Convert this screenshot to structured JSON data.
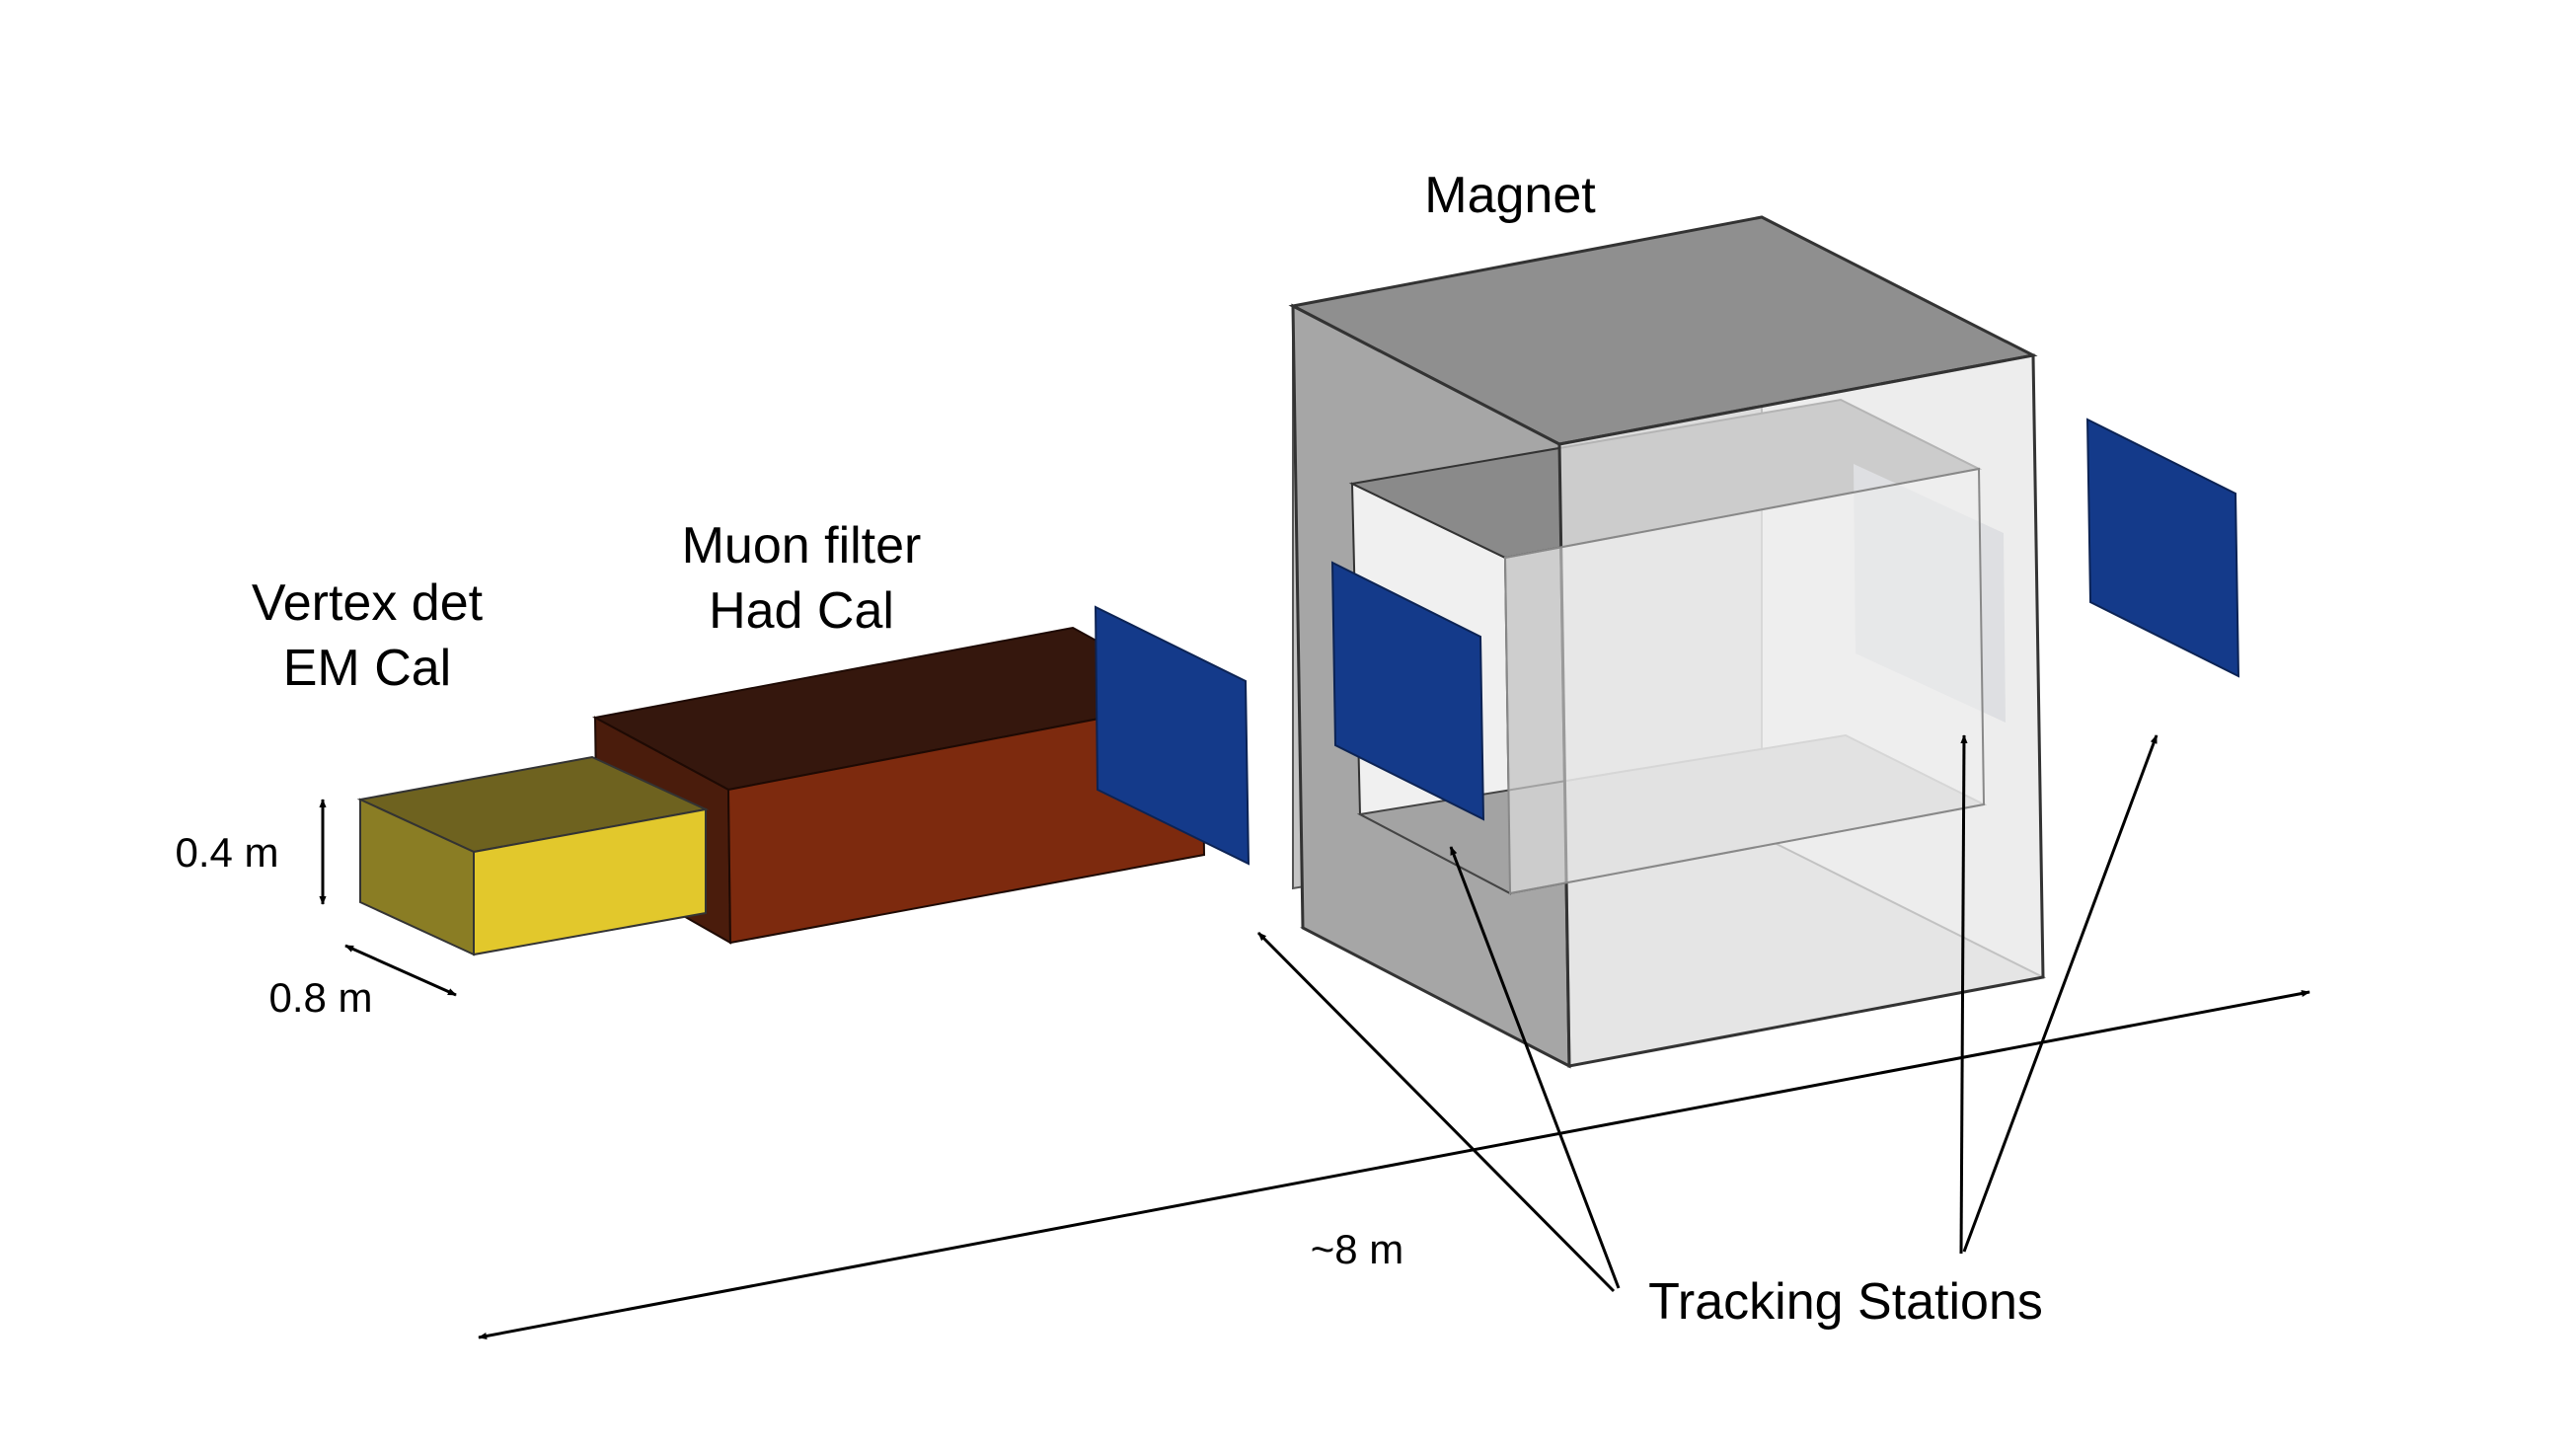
{
  "labels": {
    "magnet": "Magnet",
    "muon_filter_line1": "Muon filter",
    "muon_filter_line2": "Had Cal",
    "vertex_line1": "Vertex det",
    "vertex_line2": "EM Cal",
    "tracking": "Tracking Stations"
  },
  "dimensions": {
    "height": "0.4 m",
    "width": "0.8 m",
    "length": "~8 m"
  },
  "colors": {
    "em_cal_front": "#e2c82c",
    "em_cal_top": "#6e621f",
    "em_cal_side": "#8a7d24",
    "muon_front": "#7d2a0e",
    "muon_top": "#35170d",
    "muon_side": "#4a1c0c",
    "tracking_station": "#143a8a",
    "magnet_frame": "#9b9b9b",
    "magnet_light": "#dcdcdc"
  }
}
